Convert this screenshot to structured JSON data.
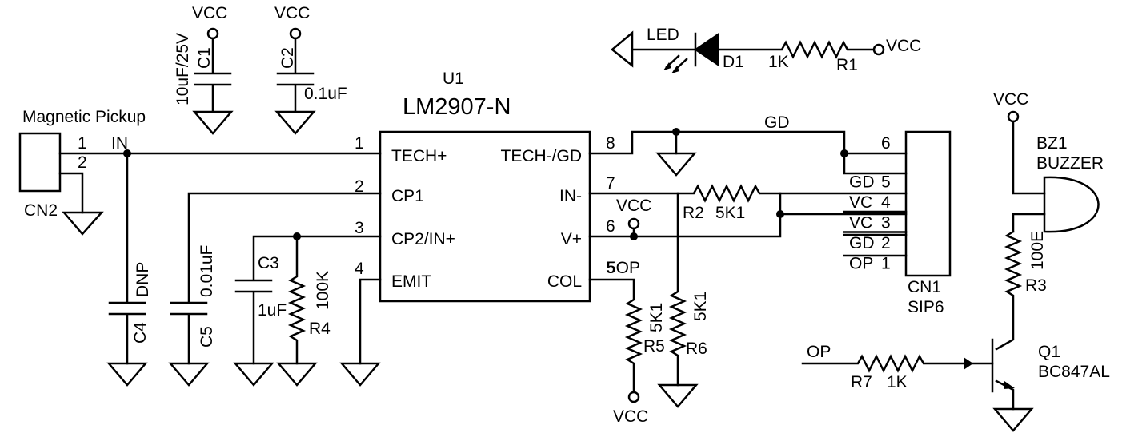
{
  "u1": {
    "ref": "U1",
    "part": "LM2907-N"
  },
  "pins": {
    "p1": {
      "num": "1",
      "name": "TECH+"
    },
    "p2": {
      "num": "2",
      "name": "CP1"
    },
    "p3": {
      "num": "3",
      "name": "CP2/IN+"
    },
    "p4": {
      "num": "4",
      "name": "EMIT"
    },
    "p8": {
      "num": "8",
      "name": "TECH-/GD"
    },
    "p7": {
      "num": "7",
      "name": "IN-"
    },
    "p6": {
      "num": "6",
      "name": "V+"
    },
    "p5": {
      "num": "5",
      "name": "COL"
    }
  },
  "nets": {
    "in": "IN",
    "gd": "GD",
    "op": "OP",
    "col": "5OP",
    "vc": "VC"
  },
  "cn2": {
    "title": "Magnetic Pickup",
    "ref": "CN2",
    "pin1": "1",
    "pin2": "2"
  },
  "cn1": {
    "ref": "CN1",
    "type": "SIP6",
    "rows": [
      {
        "label": "",
        "num": "6"
      },
      {
        "label": "GD",
        "num": "5"
      },
      {
        "label": "VC",
        "num": "4"
      },
      {
        "label": "VC",
        "num": "3"
      },
      {
        "label": "GD",
        "num": "2"
      },
      {
        "label": "OP",
        "num": "1"
      }
    ]
  },
  "c1": {
    "ref": "C1",
    "value": "10uF/25V"
  },
  "c2": {
    "ref": "C2",
    "value": "0.1uF"
  },
  "c3": {
    "ref": "C3",
    "value": "1uF"
  },
  "c4": {
    "ref": "C4",
    "value": "DNP"
  },
  "c5": {
    "ref": "C5",
    "value": "0.01uF"
  },
  "r1": {
    "ref": "R1",
    "value": "1K"
  },
  "r2": {
    "ref": "R2",
    "value": "5K1"
  },
  "r3": {
    "ref": "R3",
    "value": "100E"
  },
  "r4": {
    "ref": "R4",
    "value": "100K"
  },
  "r5": {
    "ref": "R5",
    "value": "5K1"
  },
  "r6": {
    "ref": "R6",
    "value": "5K1"
  },
  "r7": {
    "ref": "R7",
    "value": "1K"
  },
  "d1": {
    "ref": "D1",
    "label": "LED"
  },
  "bz1": {
    "ref": "BZ1",
    "type": "BUZZER"
  },
  "q1": {
    "ref": "Q1",
    "part": "BC847AL"
  },
  "vcc": "VCC"
}
